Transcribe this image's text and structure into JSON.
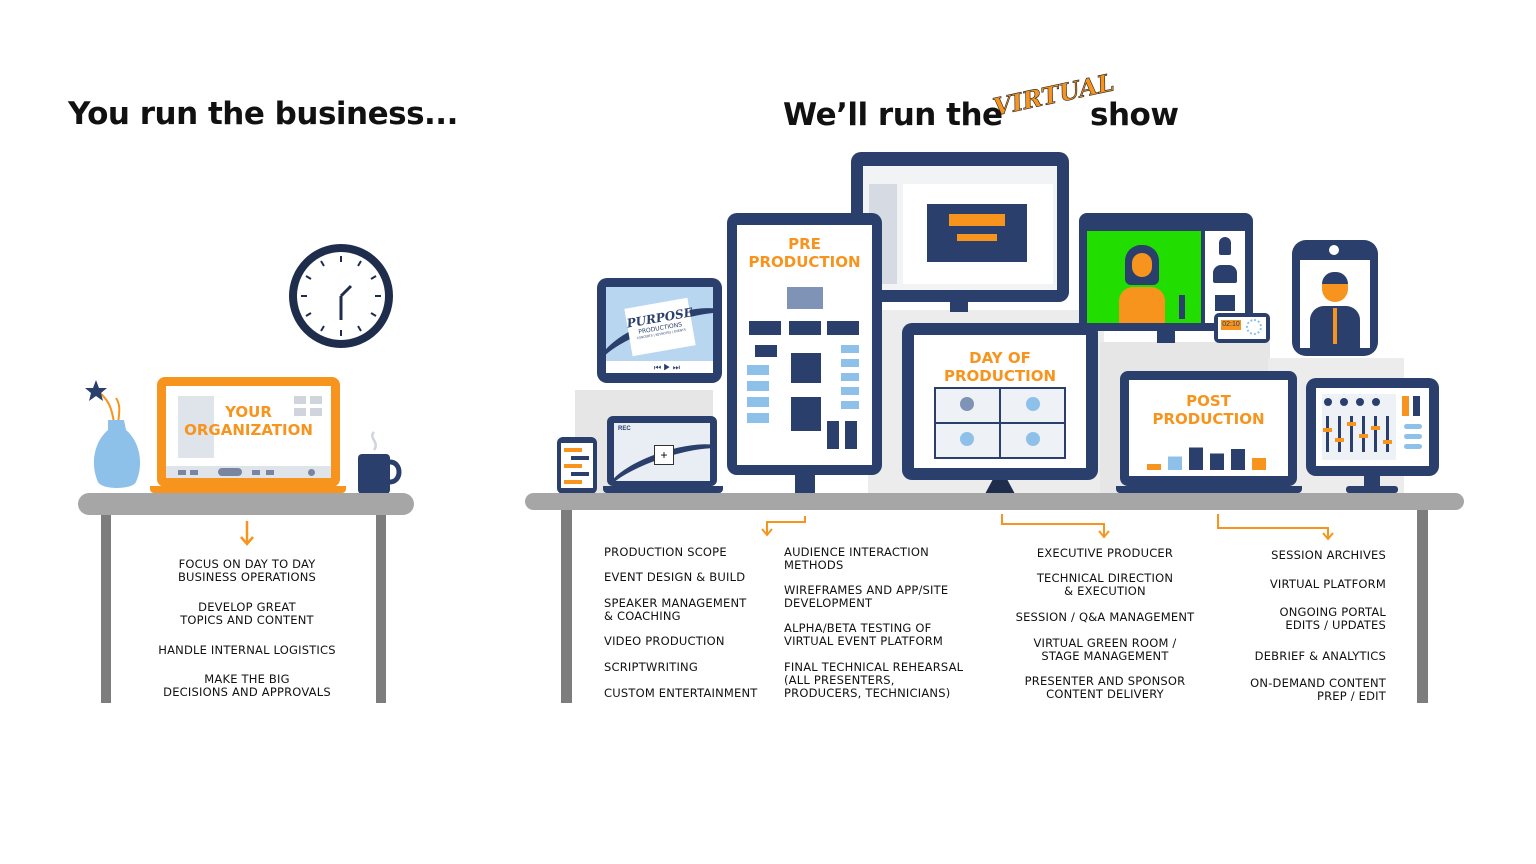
{
  "left": {
    "heading": "You run the business...",
    "laptop_label": "YOUR\nORGANIZATION",
    "items": [
      "FOCUS ON DAY TO DAY\nBUSINESS OPERATIONS",
      "DEVELOP GREAT\nTOPICS AND CONTENT",
      "HANDLE INTERNAL LOGISTICS",
      "MAKE THE BIG\nDECISIONS AND APPROVALS"
    ]
  },
  "right": {
    "heading_before": "We’ll run the",
    "heading_virtual": "VIRTUAL",
    "heading_after": "show",
    "screens": {
      "pre": "PRE\nPRODUCTION",
      "day": "DAY OF\nPRODUCTION",
      "post": "POST\nPRODUCTION",
      "logo_main": "PURPOSE",
      "logo_sub": "PRODUCTIONS",
      "logo_tag": "CONCERTS | KEYNOTES | EVENTS",
      "rec": "REC",
      "timer": "02:10"
    },
    "pre_col1": [
      "PRODUCTION SCOPE",
      "EVENT DESIGN & BUILD",
      "SPEAKER MANAGEMENT\n& COACHING",
      "VIDEO PRODUCTION",
      "SCRIPTWRITING",
      "CUSTOM ENTERTAINMENT"
    ],
    "pre_col2": [
      "AUDIENCE INTERACTION\nMETHODS",
      "WIREFRAMES AND APP/SITE\nDEVELOPMENT",
      "ALPHA/BETA TESTING OF\nVIRTUAL EVENT PLATFORM",
      "FINAL TECHNICAL REHEARSAL\n(ALL PRESENTERS,\nPRODUCERS, TECHNICIANS)"
    ],
    "day_items": [
      "EXECUTIVE PRODUCER",
      "TECHNICAL DIRECTION\n& EXECUTION",
      "SESSION / Q&A MANAGEMENT",
      "VIRTUAL GREEN ROOM /\nSTAGE MANAGEMENT",
      "PRESENTER AND SPONSOR\nCONTENT DELIVERY"
    ],
    "post_items": [
      "SESSION ARCHIVES",
      "VIRTUAL PLATFORM",
      "ONGOING PORTAL\nEDITS / UPDATES",
      "DEBRIEF & ANALYTICS",
      "ON-DEMAND CONTENT\nPREP / EDIT"
    ]
  },
  "colors": {
    "navy": "#2a3f6b",
    "orange": "#f7941d",
    "light_blue": "#8ec1ea",
    "green_screen": "#22dd00",
    "table_gray": "#a6a6a6"
  },
  "icons": [
    "clock-icon",
    "vase-icon",
    "flower-icon",
    "mug-icon",
    "down-arrow-icon",
    "person-icon",
    "play-icon"
  ]
}
